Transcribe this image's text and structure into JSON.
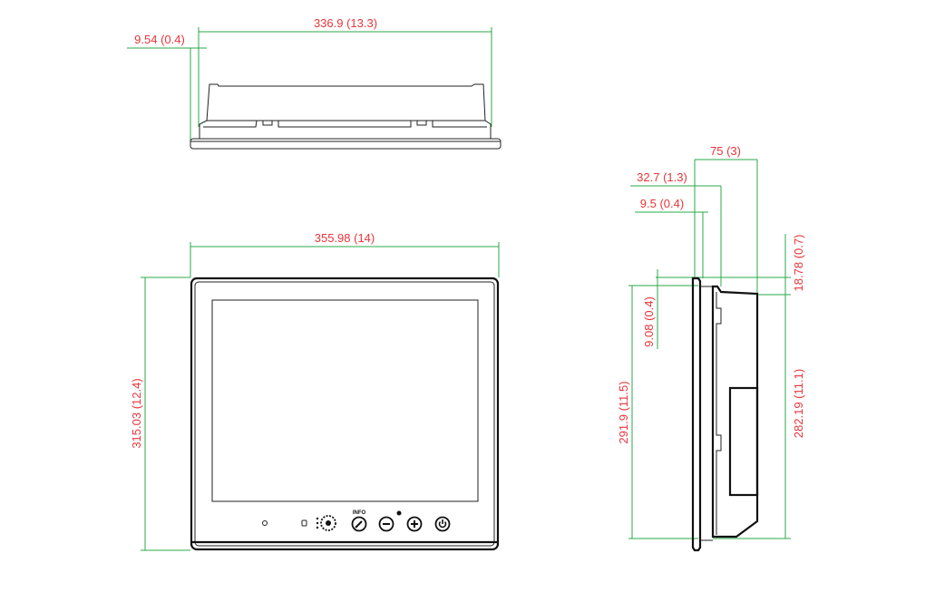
{
  "colors": {
    "dimension_line": "#2aa84a",
    "dimension_text": "#e8353a",
    "outline": "#111111"
  },
  "top_view": {
    "width_label": "336.9 (13.3)",
    "offset_label": "9.54 (0.4)"
  },
  "front_view": {
    "width_label": "355.98 (14)",
    "height_label": "315.03 (12.4)",
    "info_label": "INFO",
    "buttons": [
      "led-indicator",
      "lock-icon",
      "brightness-dial",
      "info-button",
      "minus-button",
      "plus-button",
      "power-button"
    ]
  },
  "side_view": {
    "depth_label": "75 (3)",
    "depth2_label": "32.7 (1.3)",
    "bezel_label": "9.5 (0.4)",
    "top_offset_label": "18.78 (0.7)",
    "panel_offset_label": "9.08 (0.4)",
    "cutout_height_label": "291.9 (11.5)",
    "body_height_label": "282.19 (11.1)"
  }
}
